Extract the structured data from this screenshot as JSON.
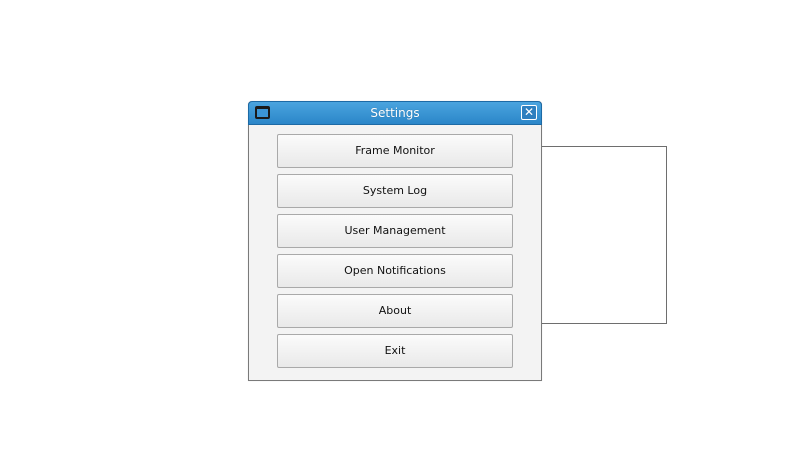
{
  "dialog": {
    "title": "Settings",
    "close_label": "✕",
    "buttons": [
      {
        "label": "Frame Monitor"
      },
      {
        "label": "System Log"
      },
      {
        "label": "User Management"
      },
      {
        "label": "Open Notifications"
      },
      {
        "label": "About"
      },
      {
        "label": "Exit"
      }
    ]
  },
  "colors": {
    "titlebar": "#2b86c9",
    "titlebar_border": "#1d6aa5",
    "dialog_background": "#f3f3f3",
    "button_border": "#a9a9a9"
  },
  "icons": {
    "window": "window-icon",
    "close": "close-icon"
  }
}
